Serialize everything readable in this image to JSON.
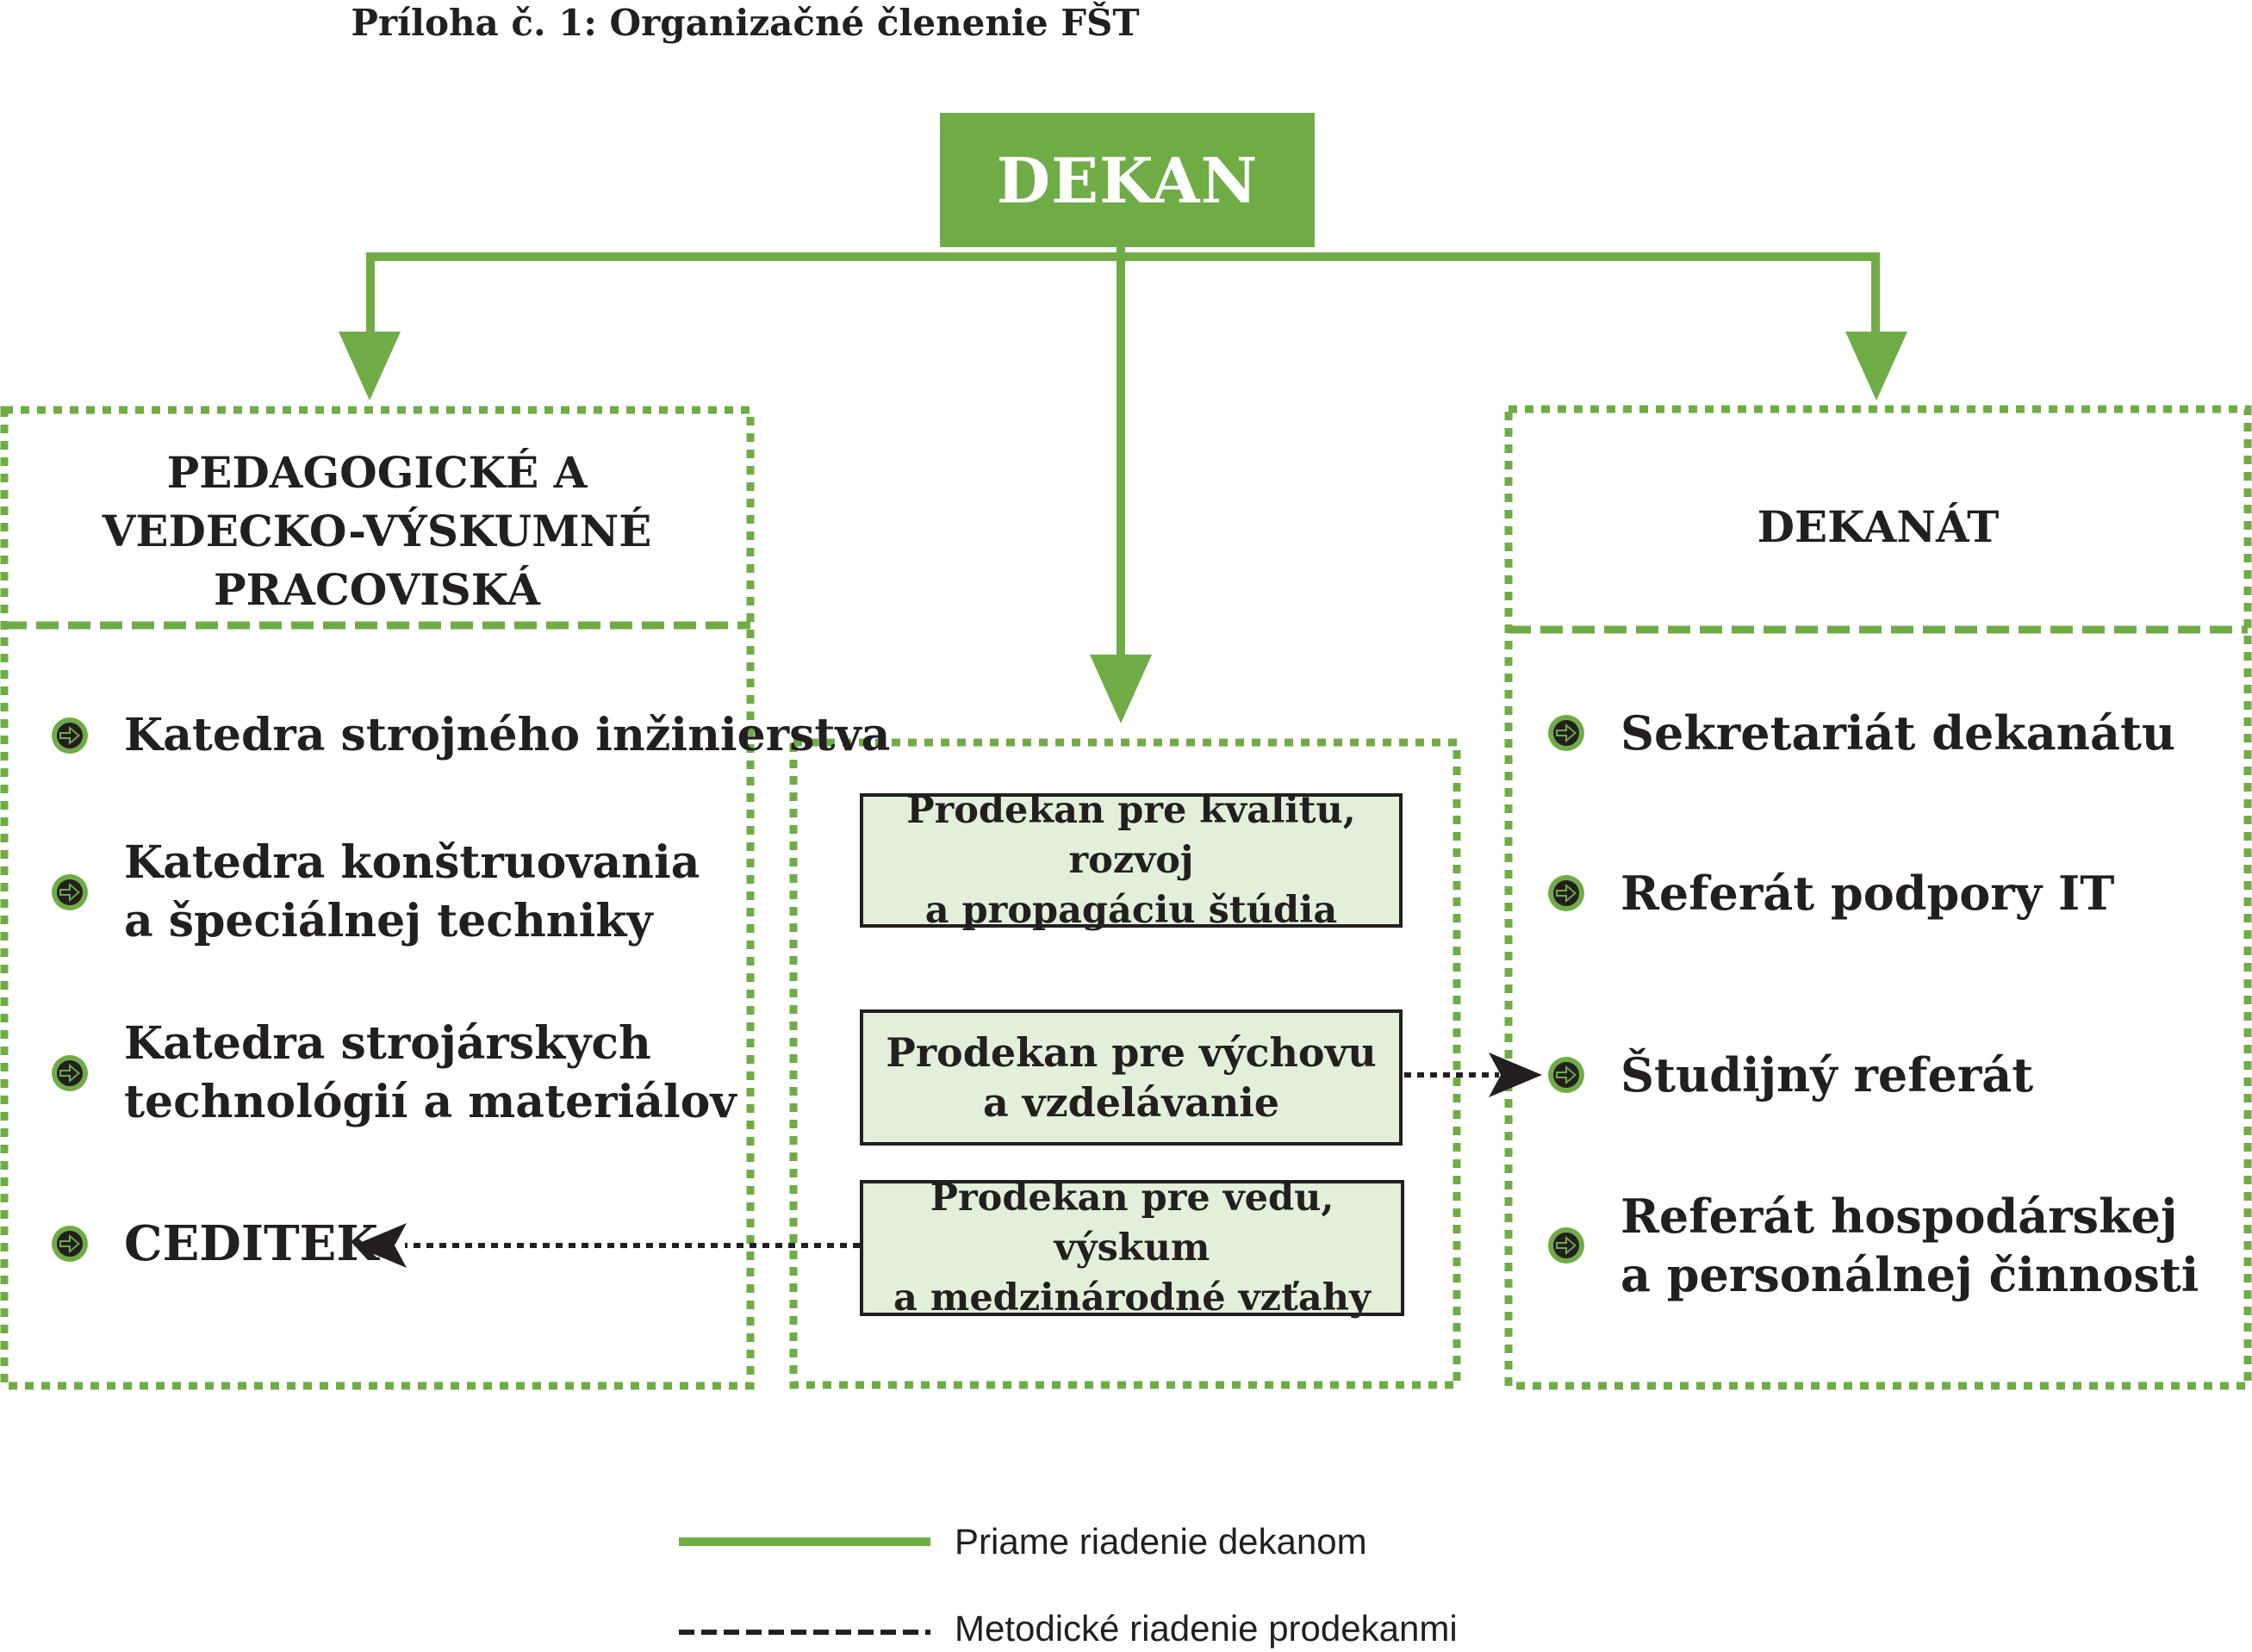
{
  "title": "Príloha č. 1: Organizačné členenie FŠT",
  "dekan": "DEKAN",
  "left_column": {
    "heading_lines": [
      "PEDAGOGICKÉ A",
      "VEDECKO-VÝSKUMNÉ",
      "PRACOVISKÁ"
    ],
    "items": [
      {
        "lines": [
          "Katedra strojného inžinierstva"
        ]
      },
      {
        "lines": [
          "Katedra konštruovania",
          "a špeciálnej techniky"
        ]
      },
      {
        "lines": [
          "Katedra strojárskych",
          "technológií a materiálov"
        ]
      },
      {
        "lines": [
          "CEDITEK"
        ]
      }
    ]
  },
  "middle_column": {
    "prodekans": [
      {
        "lines": [
          "Prodekan pre kvalitu, rozvoj",
          "a propagáciu štúdia"
        ]
      },
      {
        "lines": [
          "Prodekan pre výchovu",
          "a vzdelávanie"
        ]
      },
      {
        "lines": [
          "Prodekan pre vedu, výskum",
          "a medzinárodné vzťahy"
        ]
      }
    ]
  },
  "right_column": {
    "heading": "DEKANÁT",
    "items": [
      {
        "lines": [
          "Sekretariát dekanátu"
        ]
      },
      {
        "lines": [
          "Referát podpory IT"
        ]
      },
      {
        "lines": [
          "Študijný referát"
        ]
      },
      {
        "lines": [
          "Referát hospodárskej",
          "a personálnej činnosti"
        ]
      }
    ]
  },
  "legend": {
    "solid": "Priame riadenie dekanom",
    "dotted": "Metodické riadenie prodekanmi"
  },
  "colors": {
    "green": "#6fac46",
    "light_green": "#e2efd9",
    "dark": "#231f20"
  },
  "icons": {
    "bullet": "arrow-circle-icon"
  }
}
